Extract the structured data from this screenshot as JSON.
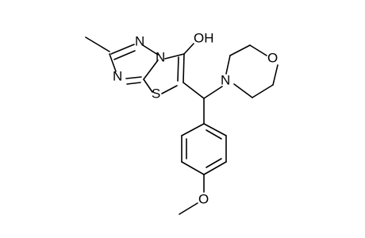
{
  "molecule": {
    "atoms": {
      "n1": "N",
      "n2": "N",
      "n4": "N",
      "s": "S",
      "oh": "OH",
      "n_morph": "N",
      "o_morph": "O",
      "o_methoxy": "O"
    }
  }
}
